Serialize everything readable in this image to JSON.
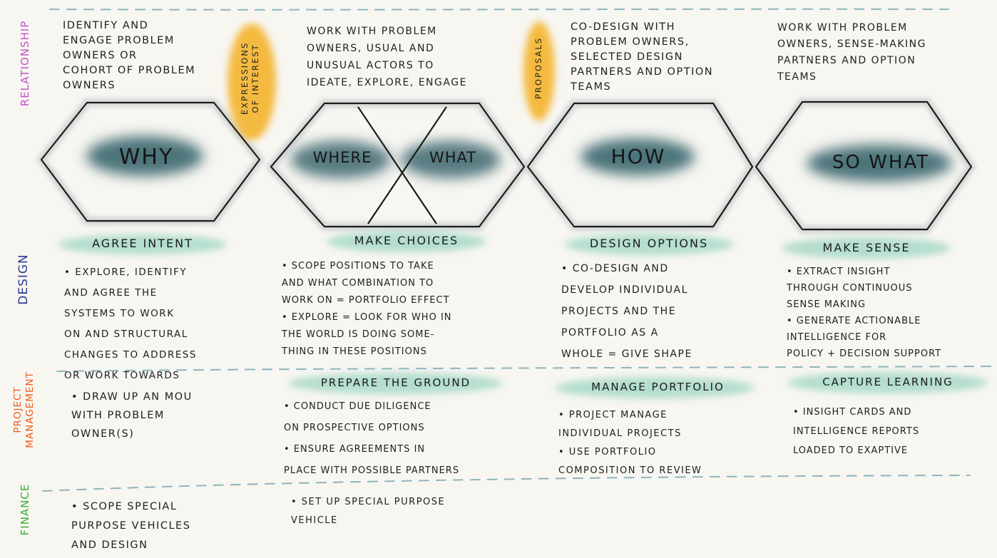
{
  "rows": {
    "relationship": "RELATIONSHIP",
    "design": "DESIGN",
    "project_management": "PROJECT\nMANAGEMENT",
    "finance": "FINANCE"
  },
  "colors": {
    "relationship": "#c452c9",
    "design": "#2a3a8f",
    "project_management": "#ea5a17",
    "finance": "#38b03a",
    "hex_wash": "#2f5d66",
    "band": "#9ed6c2",
    "tag": "#f4b024",
    "dash": "#8fb3bf"
  },
  "tags": {
    "expressions": "EXPRESSIONS\nOF INTEREST",
    "proposals": "PROPOSALS"
  },
  "hexagons": {
    "why": "WHY",
    "where": "WHERE",
    "what": "WHAT",
    "how": "HOW",
    "so_what": "SO WHAT"
  },
  "relationship_notes": {
    "why": "IDENTIFY AND\nENGAGE PROBLEM\nOWNERS OR\nCOHORT OF PROBLEM\n       OWNERS",
    "where_what": "WORK WITH PROBLEM\nOWNERS, USUAL AND\nUNUSUAL ACTORS TO\nIDEATE, EXPLORE, ENGAGE",
    "how": "CO-DESIGN WITH\nPROBLEM OWNERS,\nSELECTED DESIGN\nPARTNERS AND OPTION\n     TEAMS",
    "so_what": "WORK WITH PROBLEM\nOWNERS, SENSE-MAKING\nPARTNERS AND OPTION\n   TEAMS"
  },
  "design": {
    "agree_intent": {
      "title": "AGREE INTENT",
      "body": "• EXPLORE, IDENTIFY\nAND AGREE THE\nSYSTEMS TO WORK\nON AND STRUCTURAL\nCHANGES TO ADDRESS\nOR WORK TOWARDS"
    },
    "make_choices": {
      "title": "MAKE CHOICES",
      "body": "• SCOPE POSITIONS TO TAKE\nAND WHAT COMBINATION TO\nWORK ON = PORTFOLIO EFFECT\n• EXPLORE = LOOK FOR WHO IN\nTHE WORLD IS DOING SOME-\nTHING IN THESE POSITIONS"
    },
    "design_options": {
      "title": "DESIGN OPTIONS",
      "body": "• CO-DESIGN AND\nDEVELOP INDIVIDUAL\nPROJECTS AND THE\nPORTFOLIO AS A\nWHOLE = GIVE SHAPE"
    },
    "make_sense": {
      "title": "MAKE SENSE",
      "body": "• EXTRACT INSIGHT\nTHROUGH CONTINUOUS\nSENSE MAKING\n• GENERATE ACTIONABLE\nINTELLIGENCE FOR\nPOLICY + DECISION SUPPORT"
    }
  },
  "project_management": {
    "col1": {
      "body": "• DRAW UP AN MOU\nWITH PROBLEM\nOWNER(S)"
    },
    "prepare_ground": {
      "title": "PREPARE THE GROUND",
      "body": "• CONDUCT DUE DILIGENCE\nON PROSPECTIVE OPTIONS\n• ENSURE AGREEMENTS IN\nPLACE WITH POSSIBLE PARTNERS"
    },
    "manage_portfolio": {
      "title": "MANAGE PORTFOLIO",
      "body": "• PROJECT MANAGE\nINDIVIDUAL PROJECTS\n• USE PORTFOLIO\nCOMPOSITION TO REVIEW"
    },
    "capture_learning": {
      "title": "CAPTURE LEARNING",
      "body": "• INSIGHT CARDS AND\nINTELLIGENCE REPORTS\nLOADED TO EXAPTIVE"
    }
  },
  "finance": {
    "col1": "• SCOPE SPECIAL\nPURPOSE VEHICLES\nAND DESIGN",
    "col2": "• SET UP SPECIAL PURPOSE\nVEHICLE"
  }
}
